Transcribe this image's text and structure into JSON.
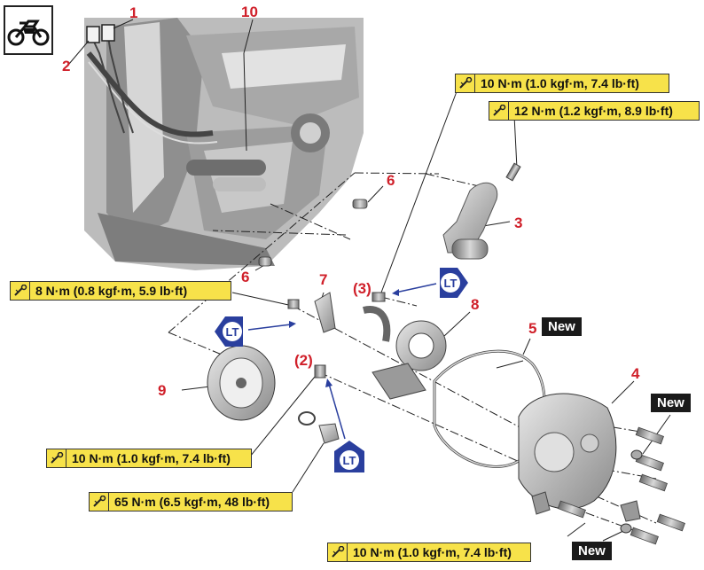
{
  "callouts": [
    {
      "id": "c1",
      "text": "1"
    },
    {
      "id": "c2",
      "text": "2"
    },
    {
      "id": "c10",
      "text": "10"
    },
    {
      "id": "c6a",
      "text": "6"
    },
    {
      "id": "c6b",
      "text": "6"
    },
    {
      "id": "c3",
      "text": "3"
    },
    {
      "id": "c7",
      "text": "7"
    },
    {
      "id": "c3p",
      "text": "(3)"
    },
    {
      "id": "c8",
      "text": "8"
    },
    {
      "id": "c5",
      "text": "5"
    },
    {
      "id": "c2p",
      "text": "(2)"
    },
    {
      "id": "c9",
      "text": "9"
    },
    {
      "id": "c4",
      "text": "4"
    }
  ],
  "torques": {
    "t1": "10 N·m (1.0 kgf·m, 7.4 lb·ft)",
    "t2": "12 N·m (1.2 kgf·m, 8.9 lb·ft)",
    "t3": "8 N·m (0.8 kgf·m, 5.9 lb·ft)",
    "t4": "10 N·m (1.0 kgf·m, 7.4 lb·ft)",
    "t5": "65 N·m (6.5 kgf·m, 48 lb·ft)",
    "t6": "10 N·m (1.0 kgf·m, 7.4 lb·ft)"
  },
  "new_label": "New",
  "lt_label": "LT",
  "colors": {
    "callout": "#d0202a",
    "torque_bg": "#f7e24a",
    "lt_blue": "#2a3f9e",
    "new_bg": "#1a1a1a"
  }
}
